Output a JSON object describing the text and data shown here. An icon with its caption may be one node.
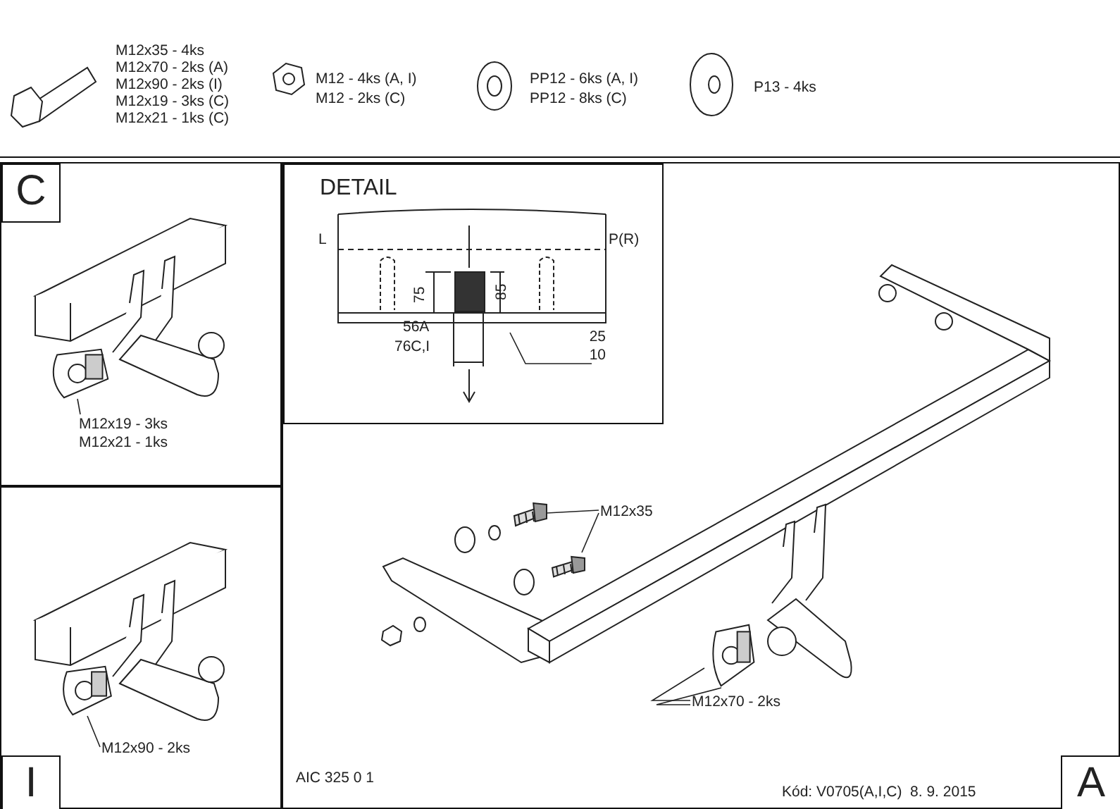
{
  "diagram": {
    "nodes": [
      {
        "text": [
          "C"
        ]
      },
      {
        "text": [
          "M12x19 - 3ks",
          "M12x21 - 1ks"
        ],
        "in": 0
      },
      {
        "text": [],
        "shape": "picture",
        "in": 0
      },
      {
        "text": [
          "A"
        ]
      },
      {
        "text": [
          "DETAIL"
        ],
        "in": 3
      },
      {
        "text": [
          "25",
          "10"
        ],
        "in": 4
      },
      {
        "text": [
          "M12x35"
        ],
        "in": 3
      },
      {
        "text": [],
        "shape": "picture",
        "in": 3
      },
      {
        "text": [],
        "shape": "picture",
        "in": 3
      },
      {
        "text": [],
        "shape": "picture",
        "in": 3
      },
      {
        "text": [
          "M12x70 - 2ks"
        ],
        "in": 3
      },
      {
        "text": [
          "I"
        ]
      },
      {
        "text": [
          "M12x90 - 2ks"
        ],
        "in": 11
      },
      {
        "text": [],
        "shape": "picture",
        "in": 11
      }
    ],
    "edges": [
      {
        "from": 1,
        "to": 2,
        "arrow": "none"
      },
      {
        "from": 5,
        "to": null,
        "arrow": "none"
      },
      {
        "from": 6,
        "to": 7,
        "arrow": "none"
      },
      {
        "from": 6,
        "to": 8,
        "arrow": "none"
      },
      {
        "from": 10,
        "to": 9,
        "arrow": "none"
      },
      {
        "from": 10,
        "to": 9,
        "arrow": "none"
      },
      {
        "from": 12,
        "to": 13,
        "arrow": "none"
      }
    ],
    "labels": [
      "M12x35 - 4ks",
      "M12x70 - 2ks (A)",
      "M12x90 - 2ks (I)",
      "M12x19 - 3ks (C)",
      "M12x21 - 1ks (C)",
      "M12 - 4ks (A, I)",
      "M12 - 2ks (C)",
      "PP12 - 6ks (A, I)",
      "PP12 - 8ks (C)",
      "P13 - 4ks",
      "L",
      "P(R)",
      "75",
      "85",
      "56A",
      "76C,I",
      "AIC 325 0 1",
      "Kód: V0705(A,I,C)  8. 9. 2015"
    ]
  }
}
